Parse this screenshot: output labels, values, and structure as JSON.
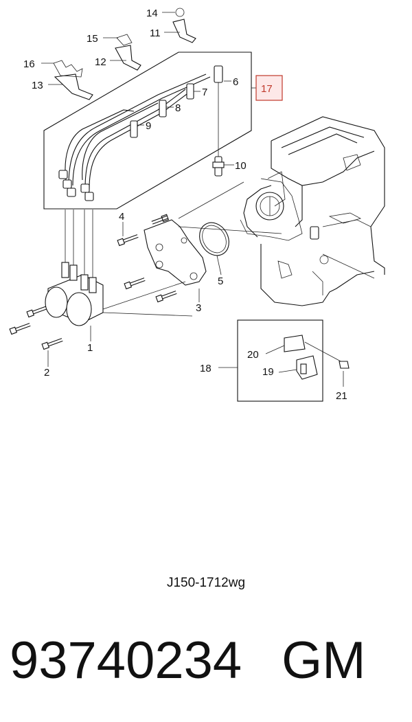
{
  "callouts": {
    "c1": "1",
    "c2": "2",
    "c3": "3",
    "c4": "4",
    "c5": "5",
    "c6": "6",
    "c7": "7",
    "c8": "8",
    "c9": "9",
    "c10": "10",
    "c11": "11",
    "c12": "12",
    "c13": "13",
    "c14": "14",
    "c15": "15",
    "c16": "16",
    "c17": "17",
    "c18": "18",
    "c19": "19",
    "c20": "20",
    "c21": "21"
  },
  "highlight_color": "#c0392b",
  "highlight_fill": "#fde8e8",
  "drawing_code": "J150-1712wg",
  "part_number": "93740234",
  "brand": "GM"
}
